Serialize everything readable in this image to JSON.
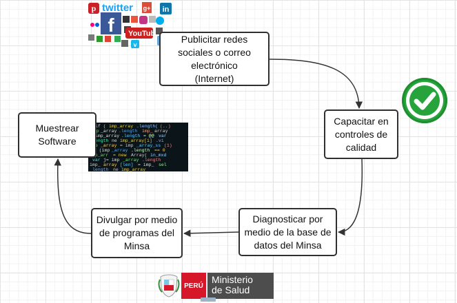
{
  "nodes": {
    "publicitar": "Publicitar redes\nsociales o correo\nelectrónico\n(Internet)",
    "capacitar": "Capacitar en\ncontroles de\ncalidad",
    "diagnosticar": "Diagnosticar por\nmedio de la base de\ndatos del Minsa",
    "divulgar": "Divulgar por medio\nde programas del\nMinsa",
    "muestrear": "Muestrear\nSoftware"
  },
  "logo": {
    "country": "PERÚ",
    "ministry": "Ministerio\nde Salud"
  },
  "colors": {
    "edge": "#333333",
    "check_green": "#26a33a",
    "peru_red": "#d6172a",
    "ministry_gray": "#4d4d4d"
  },
  "icons": [
    "pinterest-icon",
    "twitter-icon",
    "google-plus-icon",
    "linkedin-icon",
    "facebook-icon",
    "youtube-icon",
    "flickr-icon",
    "instagram-icon",
    "skype-icon",
    "vimeo-icon",
    "checkmark-icon",
    "code-screenshot",
    "peru-coat-of-arms"
  ]
}
